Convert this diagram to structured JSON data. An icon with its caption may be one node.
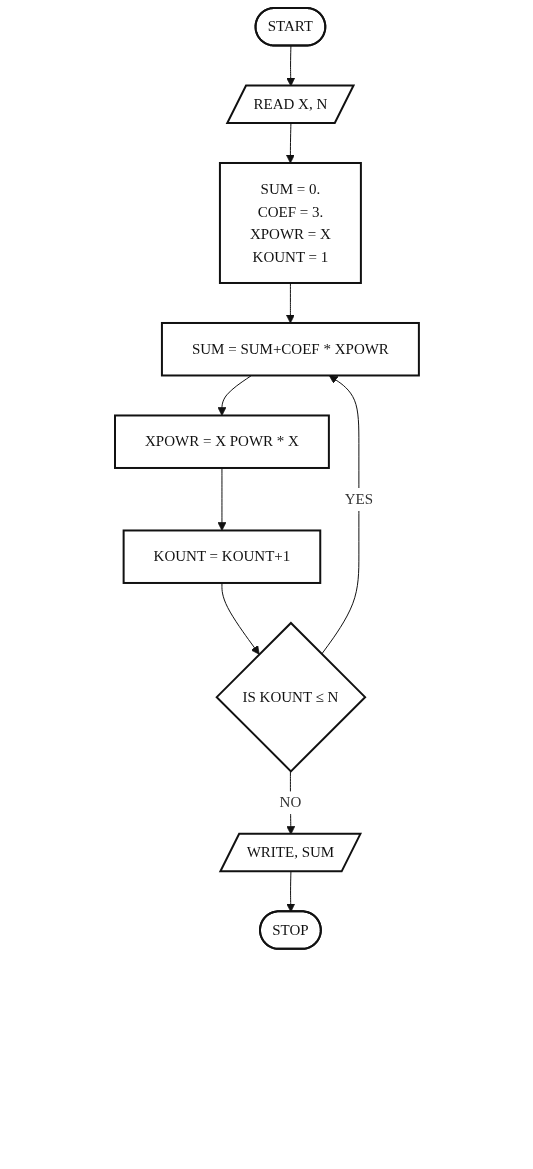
{
  "diagram": {
    "nodes": [
      {
        "text": [
          "START"
        ]
      },
      {
        "text": [
          "READ X, N"
        ]
      },
      {
        "text": [
          "SUM = 0.",
          "COEF = 3.",
          "XPOWR = X",
          "KOUNT = 1"
        ]
      },
      {
        "text": [
          "SUM = SUM+COEF * XPOWR"
        ]
      },
      {
        "text": [
          "XPOWR = X POWR * X"
        ]
      },
      {
        "text": [
          "KOUNT = KOUNT+1"
        ]
      },
      {
        "text": [
          "IS KOUNT ≤ N"
        ]
      },
      {
        "text": [
          "WRITE, SUM"
        ]
      },
      {
        "text": [
          "STOP"
        ]
      }
    ],
    "edges": [
      {
        "from": 0,
        "to": 1,
        "arrow": "to"
      },
      {
        "from": 1,
        "to": 2,
        "arrow": "to"
      },
      {
        "from": 2,
        "to": 3,
        "arrow": "to"
      },
      {
        "from": 3,
        "to": 4,
        "arrow": "to"
      },
      {
        "from": 4,
        "to": 5,
        "arrow": "to"
      },
      {
        "from": 5,
        "to": 6,
        "arrow": "to"
      },
      {
        "from": 6,
        "to": 3,
        "label": "YES",
        "arrow": "to"
      },
      {
        "from": 6,
        "to": 7,
        "label": "NO",
        "arrow": "to"
      },
      {
        "from": 7,
        "to": 8,
        "arrow": "to"
      }
    ]
  }
}
